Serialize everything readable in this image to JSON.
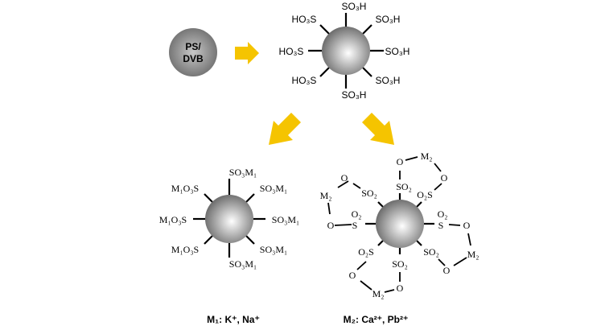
{
  "colors": {
    "arrow": "#F5C400",
    "sphere_dark": "#6e6e6e",
    "sphere_light": "#ffffff"
  },
  "start": {
    "label_line1": "PS/",
    "label_line2": "DVB"
  },
  "sulfonated": {
    "labels": [
      "SO₃H",
      "SO₃H",
      "SO₃H",
      "SO₃H",
      "SO₃H",
      "HO₃S",
      "HO₃S",
      "HO₃S"
    ]
  },
  "monovalent": {
    "labels": [
      "SO₃M₁",
      "SO₃M₁",
      "SO₃M₁",
      "SO₃M₁",
      "SO₃M₁",
      "M₁O₃S",
      "M₁O₃S",
      "M₁O₃S"
    ],
    "caption": "M₁: K⁺, Na⁺"
  },
  "divalent": {
    "labels": {
      "so2": "SO₂",
      "o2s": "O₂S",
      "o2": "O₂",
      "s": "S",
      "o": "O",
      "m2": "M₂"
    },
    "caption": "M₂:  Ca²⁺, Pb²⁺"
  }
}
